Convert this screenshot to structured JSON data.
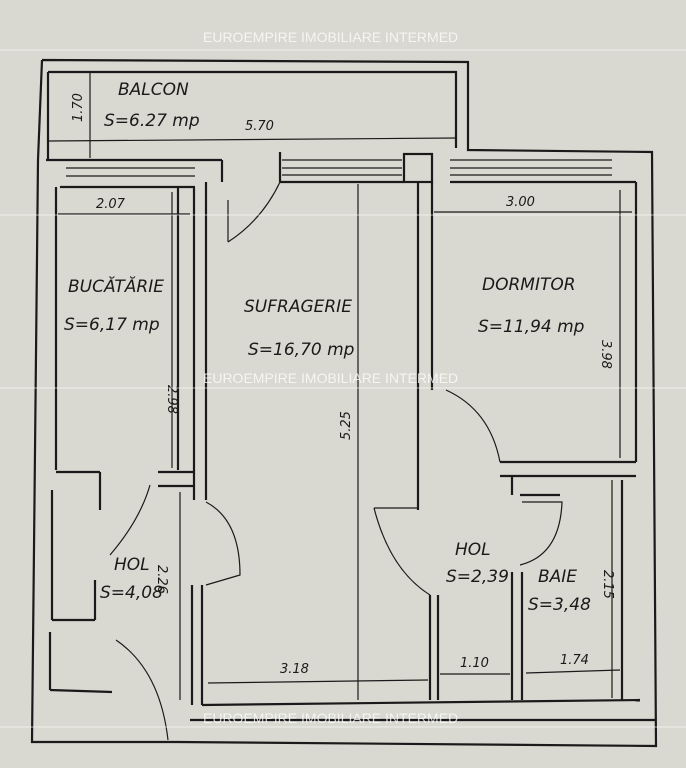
{
  "watermark": "EUROEMPIRE IMOBILIARE INTERMED",
  "rooms": {
    "balcon": {
      "name": "BALCON",
      "area": "S=6.27 mp",
      "width": "5.70",
      "depth": "1.70"
    },
    "bucatarie": {
      "name": "BUCĂTĂRIE",
      "area": "S=6,17 mp",
      "width": "2.07",
      "depth": "2.98"
    },
    "sufragerie": {
      "name": "SUFRAGERIE",
      "area": "S=16,70 mp",
      "width": "3.18",
      "depth": "5.25"
    },
    "dormitor": {
      "name": "DORMITOR",
      "area": "S=11,94 mp",
      "width": "3.00",
      "depth": "3.98"
    },
    "hol1": {
      "name": "HOL",
      "area": "S=4,08",
      "depth": "2.26"
    },
    "hol2": {
      "name": "HOL",
      "area": "S=2,39",
      "width": "1.10"
    },
    "baie": {
      "name": "BAIE",
      "area": "S=3,48",
      "width": "1.74",
      "depth": "2.15"
    }
  }
}
